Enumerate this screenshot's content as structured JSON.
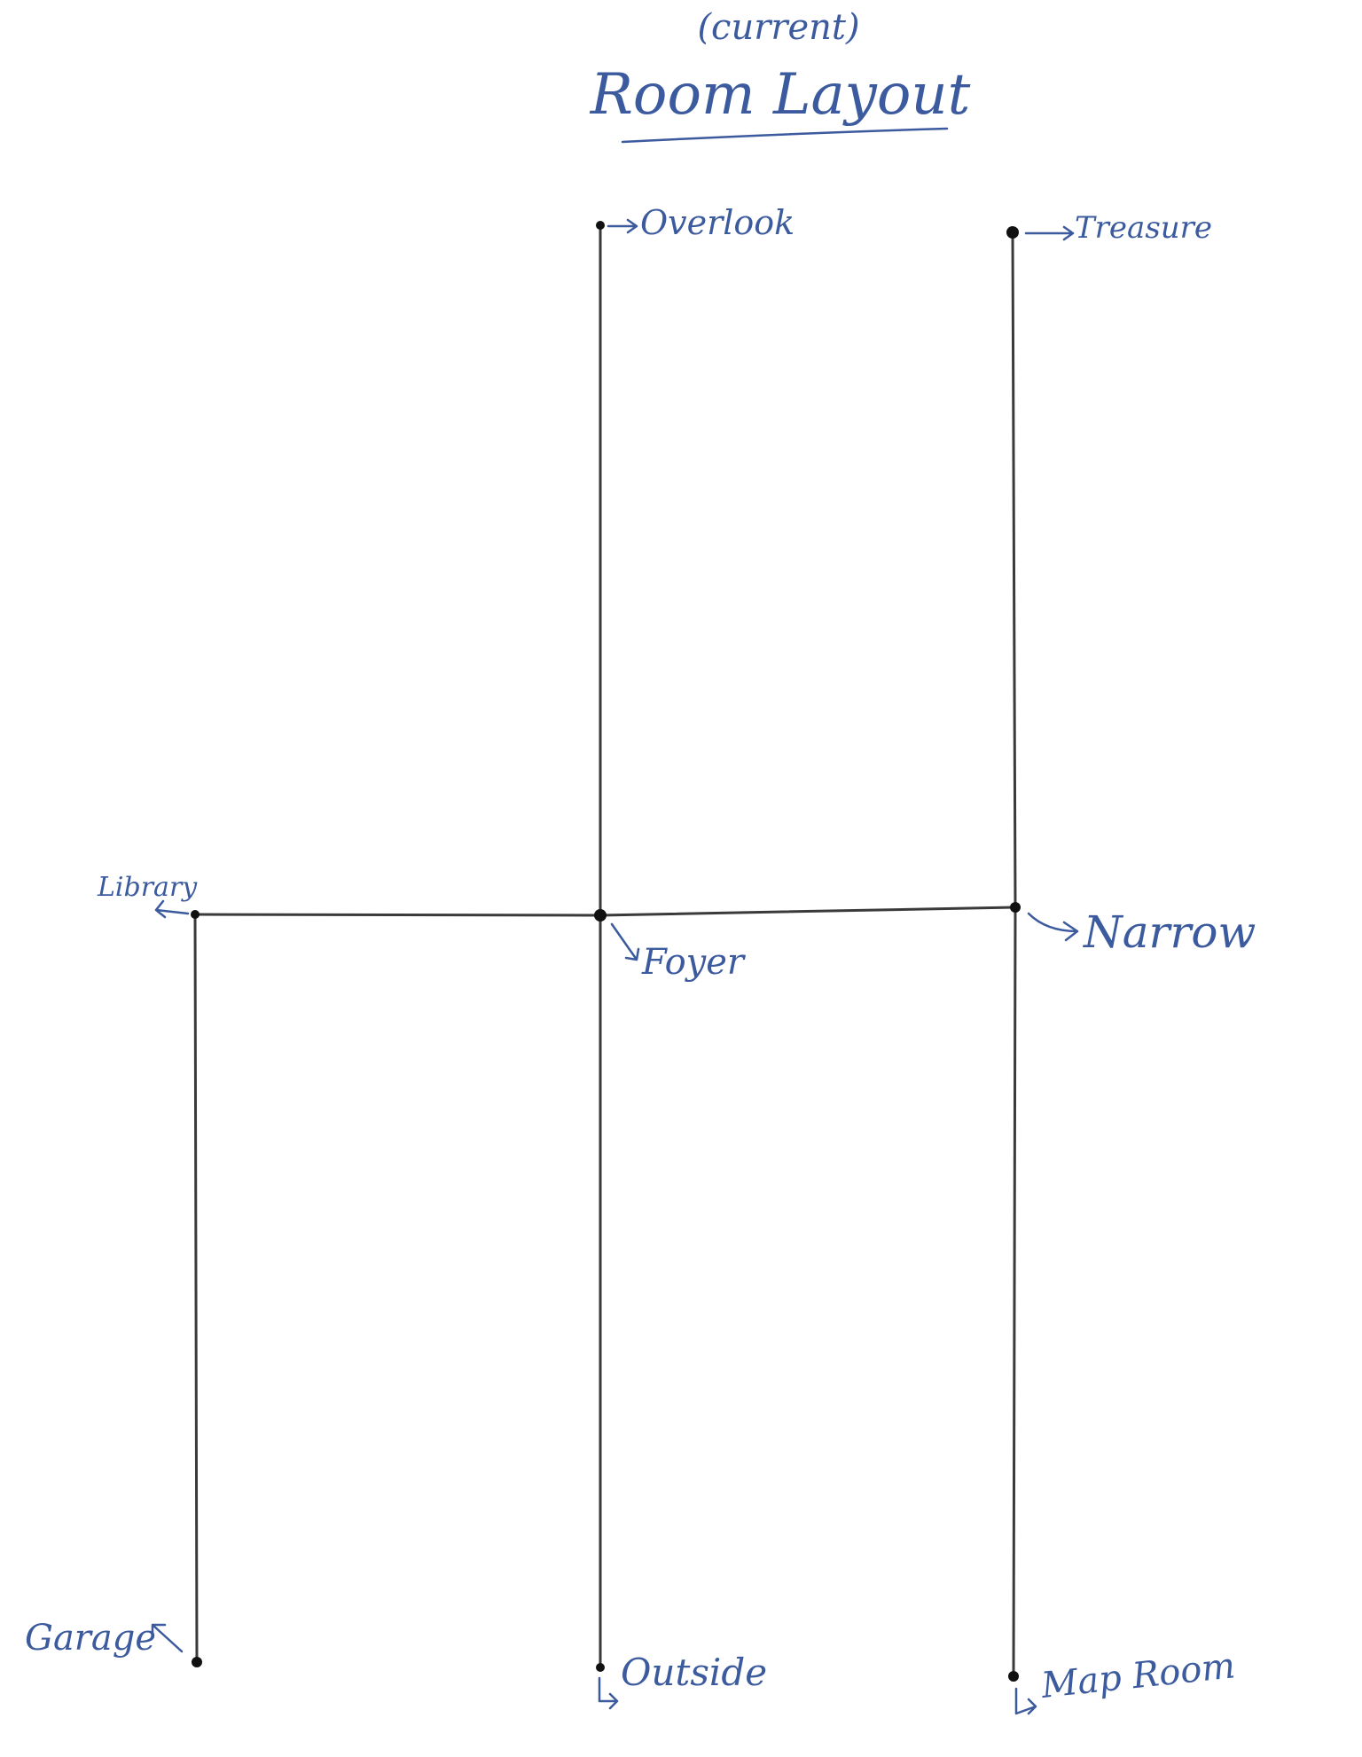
{
  "header": {
    "subtitle": "(current)",
    "title": "Room Layout"
  },
  "rooms": {
    "overlook": "Overlook",
    "treasure": "Treasure",
    "library": "Library",
    "foyer": "Foyer",
    "narrow": "Narrow",
    "garage": "Garage",
    "outside": "Outside",
    "map_room": "Map Room"
  },
  "colors": {
    "ink": "#3c5a9e",
    "pencil": "#3a3a3a",
    "node": "#111111"
  }
}
